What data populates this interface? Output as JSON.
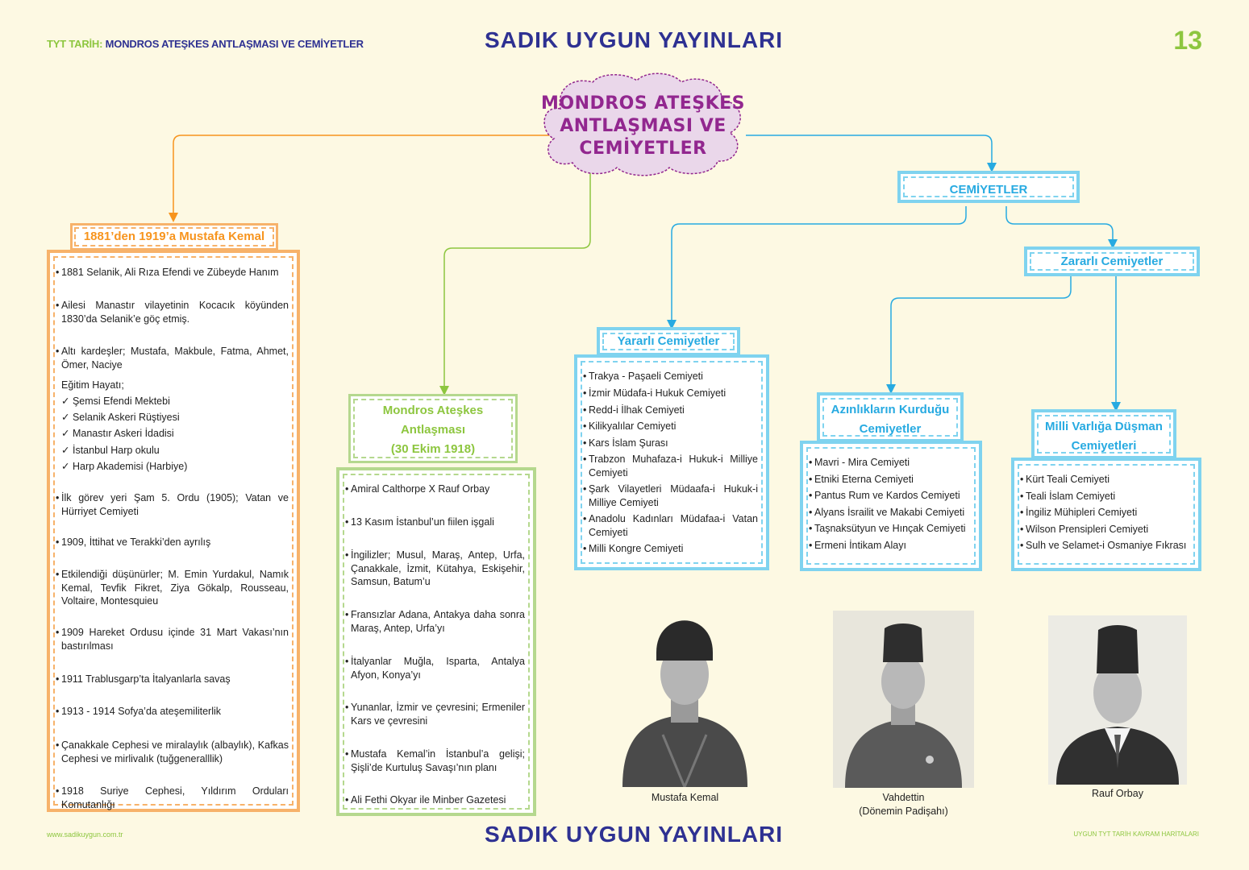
{
  "header": {
    "subject": "TYT TARİH:",
    "topic": "MONDROS ATEŞKES ANTLAŞMASI VE CEMİYETLER",
    "brand": "SADIK  UYGUN  YAYINLARI",
    "page_number": "13"
  },
  "center_title": [
    "MONDROS ATEŞKES",
    "ANTLAŞMASI VE",
    "CEMİYETLER"
  ],
  "mustafa_kemal": {
    "title": "1881’den 1919’a Mustafa Kemal",
    "items": [
      "1881 Selanik, Ali Rıza Efendi ve Zübeyde Hanım",
      "Ailesi Manastır vilayetinin Kocacık köyünden 1830’da Selanik’e göç etmiş.",
      "Altı kardeşler; Mustafa, Makbule, Fatma, Ahmet, Ömer, Naciye",
      "İlk görev yeri Şam 5. Ordu (1905); Vatan ve Hürriyet Cemiyeti",
      "1909, İttihat ve Terakki’den ayrılış",
      "Etkilendiği düşünürler; M. Emin Yurdakul, Namık Kemal, Tevfik Fikret, Ziya Gökalp, Rousseau, Voltaire, Montesquieu",
      "1909 Hareket Ordusu içinde 31 Mart Vakası’nın bastırılması",
      "1911 Trablusgarp’ta İtalyanlarla savaş",
      "1913 - 1914 Sofya’da ateşemiliterlik",
      "Çanakkale Cephesi ve miralaylık (albaylık), Kafkas Cephesi ve mirlivalık (tuğgeneralllik)",
      "1918 Suriye Cephesi, Yıldırım Orduları Komutanlığı"
    ],
    "education_label": "Eğitim Hayatı;",
    "education": [
      "Şemsi Efendi Mektebi",
      "Selanik Askeri Rüştiyesi",
      "Manastır Askeri İdadisi",
      "İstanbul Harp okulu",
      "Harp Akademisi (Harbiye)"
    ],
    "check_mark": "✓"
  },
  "mondros": {
    "title_lines": [
      "Mondros Ateşkes",
      "Antlaşması",
      "(30 Ekim 1918)"
    ],
    "items": [
      "Amiral Calthorpe X Rauf Orbay",
      "13 Kasım İstanbul’un fiilen işgali",
      "İngilizler; Musul, Maraş, Antep, Urfa, Çanakkale, İzmit, Kütahya, Eskişehir, Samsun, Batum’u",
      "Fransızlar Adana, Antakya daha sonra Maraş, Antep, Urfa’yı",
      "İtalyanlar Muğla, Isparta, Antalya Afyon, Konya’yı",
      "Yunanlar, İzmir ve çevresini; Ermeniler Kars ve çevresini",
      "Mustafa Kemal’in İstanbul’a gelişi; Şişli’de Kurtuluş Savaşı’nın planı",
      "Ali Fethi Okyar ile Minber Gazetesi"
    ]
  },
  "cemiyetler": {
    "title": "CEMİYETLER",
    "yararli": {
      "title": "Yararlı Cemiyetler",
      "items": [
        "Trakya - Paşaeli Cemiyeti",
        "İzmir Müdafa-i Hukuk Cemiyeti",
        "Redd-i İlhak Cemiyeti",
        "Kilikyalılar Cemiyeti",
        "Kars İslam Şurası",
        "Trabzon Muhafaza-i Hukuk-i Milliye Cemiyeti",
        "Şark Vilayetleri Müdaafa-i Hukuk-i Milliye Cemiyeti",
        "Anadolu Kadınları Müdafaa-i Vatan Cemiyeti",
        "Milli Kongre Cemiyeti"
      ]
    },
    "zararli": {
      "title": "Zararlı Cemiyetler",
      "azinlik": {
        "title_lines": [
          "Azınlıkların Kurduğu",
          "Cemiyetler"
        ],
        "items": [
          "Mavri - Mira Cemiyeti",
          "Etniki Eterna Cemiyeti",
          "Pantus Rum ve Kardos Cemiyeti",
          "Alyans İsrailit ve Makabi Cemiyeti",
          "Taşnaksütyun ve Hınçak Cemiyeti",
          "Ermeni İntikam Alayı"
        ]
      },
      "milli": {
        "title_lines": [
          "Milli Varlığa Düşman",
          "Cemiyetleri"
        ],
        "items": [
          "Kürt Teali Cemiyeti",
          "Teali İslam Cemiyeti",
          "İngiliz Mühipleri Cemiyeti",
          "Wilson Prensipleri Cemiyeti",
          "Sulh ve Selamet-i Osmaniye Fıkrası"
        ]
      }
    }
  },
  "portraits": [
    {
      "caption": "Mustafa Kemal"
    },
    {
      "caption": "Vahdettin",
      "subcaption": "(Dönemin Padişahı)"
    },
    {
      "caption": "Rauf Orbay"
    }
  ],
  "footer": {
    "url": "www.sadikuygun.com.tr",
    "brand": "SADIK  UYGUN  YAYINLARI",
    "right": "UYGUN TYT TARİH KAVRAM HARİTALARI"
  },
  "colors": {
    "orange": "#f7941d",
    "green": "#8dc63f",
    "blue": "#27aae1",
    "purple": "#92278f",
    "navy": "#2e3192",
    "background": "#fdf9e3"
  },
  "bullet": "•"
}
